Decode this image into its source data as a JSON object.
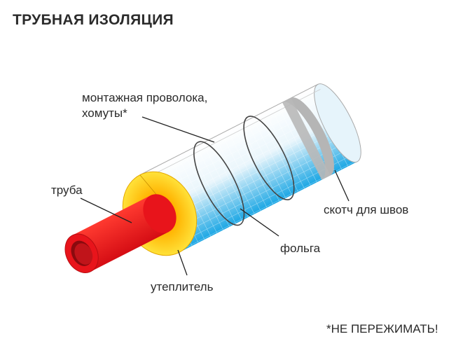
{
  "title": "ТРУБНАЯ ИЗОЛЯЦИЯ",
  "labels": {
    "wire_line1": "монтажная проволока,",
    "wire_line2": "хомуты*",
    "pipe": "труба",
    "tape": "скотч для швов",
    "foil": "фольга",
    "insulation": "утеплитель"
  },
  "note": "*НЕ ПЕРЕЖИМАТЬ!",
  "colors": {
    "pipe": "#e8141b",
    "insulation": "#ffd21a",
    "foil_blue": "#1aa6e4",
    "tape": "#b5b5b5"
  }
}
